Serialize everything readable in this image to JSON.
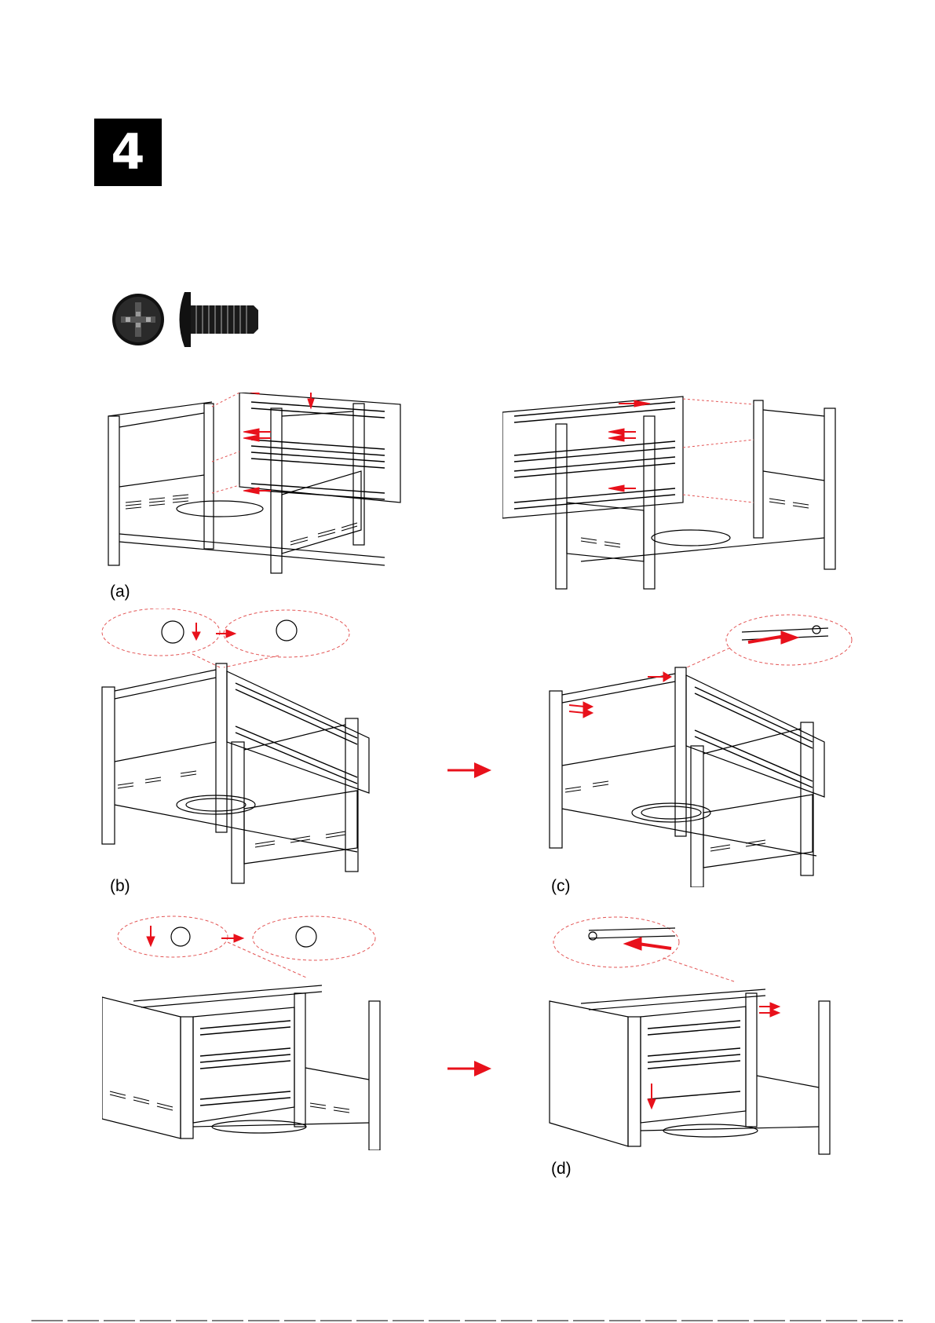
{
  "step": {
    "number": "4"
  },
  "hardware": {
    "icons": [
      "screw-head-icon",
      "screw-side-icon"
    ]
  },
  "figures": [
    {
      "id": "a",
      "label": "(a)"
    },
    {
      "id": "b",
      "label": "(b)"
    },
    {
      "id": "c",
      "label": "(c)"
    },
    {
      "id": "d",
      "label": "(d)"
    }
  ],
  "colors": {
    "accent": "#e8111b",
    "ink": "#000000",
    "dashed": "#e35555"
  }
}
